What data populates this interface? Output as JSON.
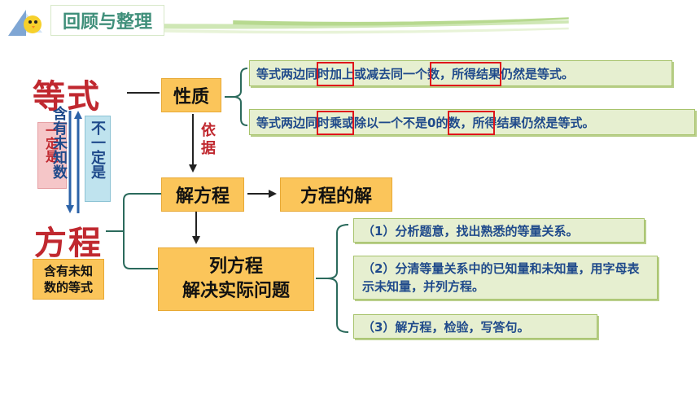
{
  "header": {
    "title": "回顾与整理"
  },
  "main": {
    "equation_word": "等式",
    "property_box": "性质",
    "properties": [
      "等式两边同时加上或减去同一个数，所得结果仍然是等式。",
      "等式两边同时乘或除以一个不是0的数，所得结果仍然是等式。"
    ],
    "basis_label": "依据",
    "solve_box": "解方程",
    "solution_box": "方程的解",
    "linear_word": "方程",
    "linear_definition": "含有未知数的等式",
    "contains_unknown_vertical": "含有未知数",
    "must_contain_vertical": "一定是",
    "not_necessarily_vertical": "不一定是",
    "word_problem_box_line1": "列方程",
    "word_problem_box_line2": "解决实际问题",
    "steps": [
      "（1）分析题意，找出熟悉的等量关系。",
      "（2）分清等量关系中的已知量和未知量，用字母表示未知量，并列方程。",
      "（3）解方程，检验，写答句。"
    ]
  },
  "colors": {
    "title_red": "#c0282f",
    "box_yellow": "#fbc55a",
    "step_green": "#e6efd0",
    "frame_red": "#e0141a"
  }
}
